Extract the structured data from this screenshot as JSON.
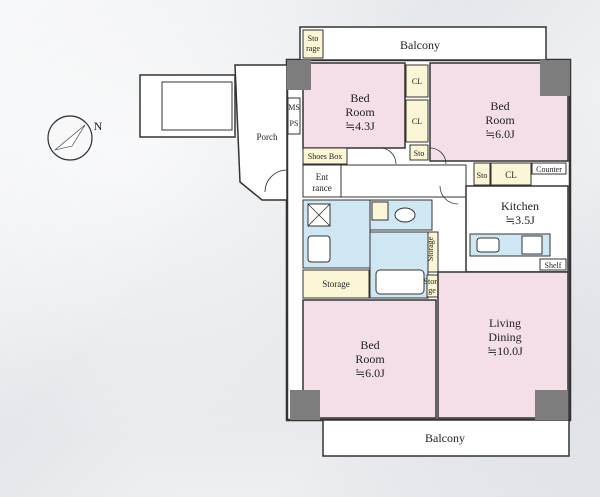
{
  "rooms": {
    "bed1": {
      "name1": "Bed",
      "name2": "Room",
      "size": "≒4.3J"
    },
    "bed2": {
      "name1": "Bed",
      "name2": "Room",
      "size": "≒6.0J"
    },
    "bed3": {
      "name1": "Bed",
      "name2": "Room",
      "size": "≒6.0J"
    },
    "kitchen": {
      "name": "Kitchen",
      "size": "≒3.5J"
    },
    "living": {
      "name1": "Living",
      "name2": "Dining",
      "size": "≒10.0J"
    }
  },
  "labels": {
    "balcony_top": "Balcony",
    "balcony_bottom": "Balcony",
    "porch": "Porch",
    "entrance1": "Ent",
    "entrance2": "rance",
    "shoes_box": "Shoes Box",
    "storage": "Storage",
    "storage_v": "Storage",
    "cl1": "CL",
    "cl2": "CL",
    "cl3": "CL",
    "sto1": "Sto",
    "sto2": "Sto",
    "counter": "Counter",
    "shelf": "Shelf",
    "ms": "MS",
    "ps": "PS",
    "storage_top1": "Sto",
    "storage_top2": "rage",
    "storage_lr1": "Stora",
    "storage_lr2": "ge"
  },
  "compass": {
    "north": "N"
  },
  "colors": {
    "bedroom": "#f4dfe9",
    "wet": "#cfe6f3",
    "floor": "#ffffff",
    "storage": "#fbf6d6",
    "wall": "#333333",
    "pillar": "#7d7d7d"
  }
}
